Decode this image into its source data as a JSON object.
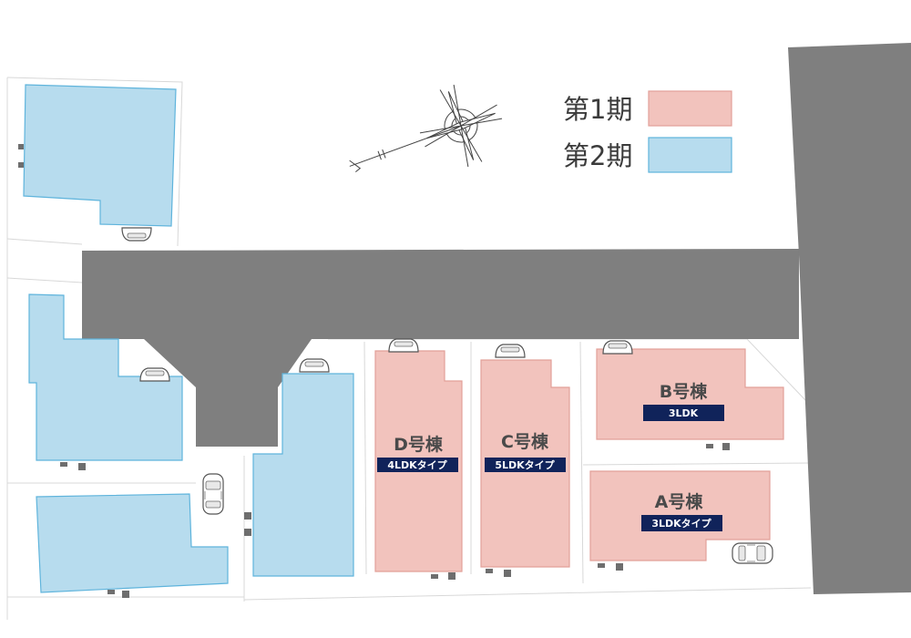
{
  "colors": {
    "phase1_fill": "#f2c3bd",
    "phase1_stroke": "#e2a099",
    "phase2_fill": "#b7dcee",
    "phase2_stroke": "#5fb4dc",
    "road": "#7f7f7f",
    "badge": "#10235a",
    "lot_line": "#d8d8d8"
  },
  "legend": {
    "phase1_label": "第1期",
    "phase2_label": "第2期"
  },
  "buildings": {
    "a": {
      "name": "A号棟",
      "type": "3LDKタイプ"
    },
    "b": {
      "name": "B号棟",
      "type": "3LDK"
    },
    "c": {
      "name": "C号棟",
      "type": "5LDKタイプ"
    },
    "d": {
      "name": "D号棟",
      "type": "4LDKタイプ"
    }
  },
  "icons": {
    "compass": "compass-rose-icon",
    "car": "car-icon"
  }
}
